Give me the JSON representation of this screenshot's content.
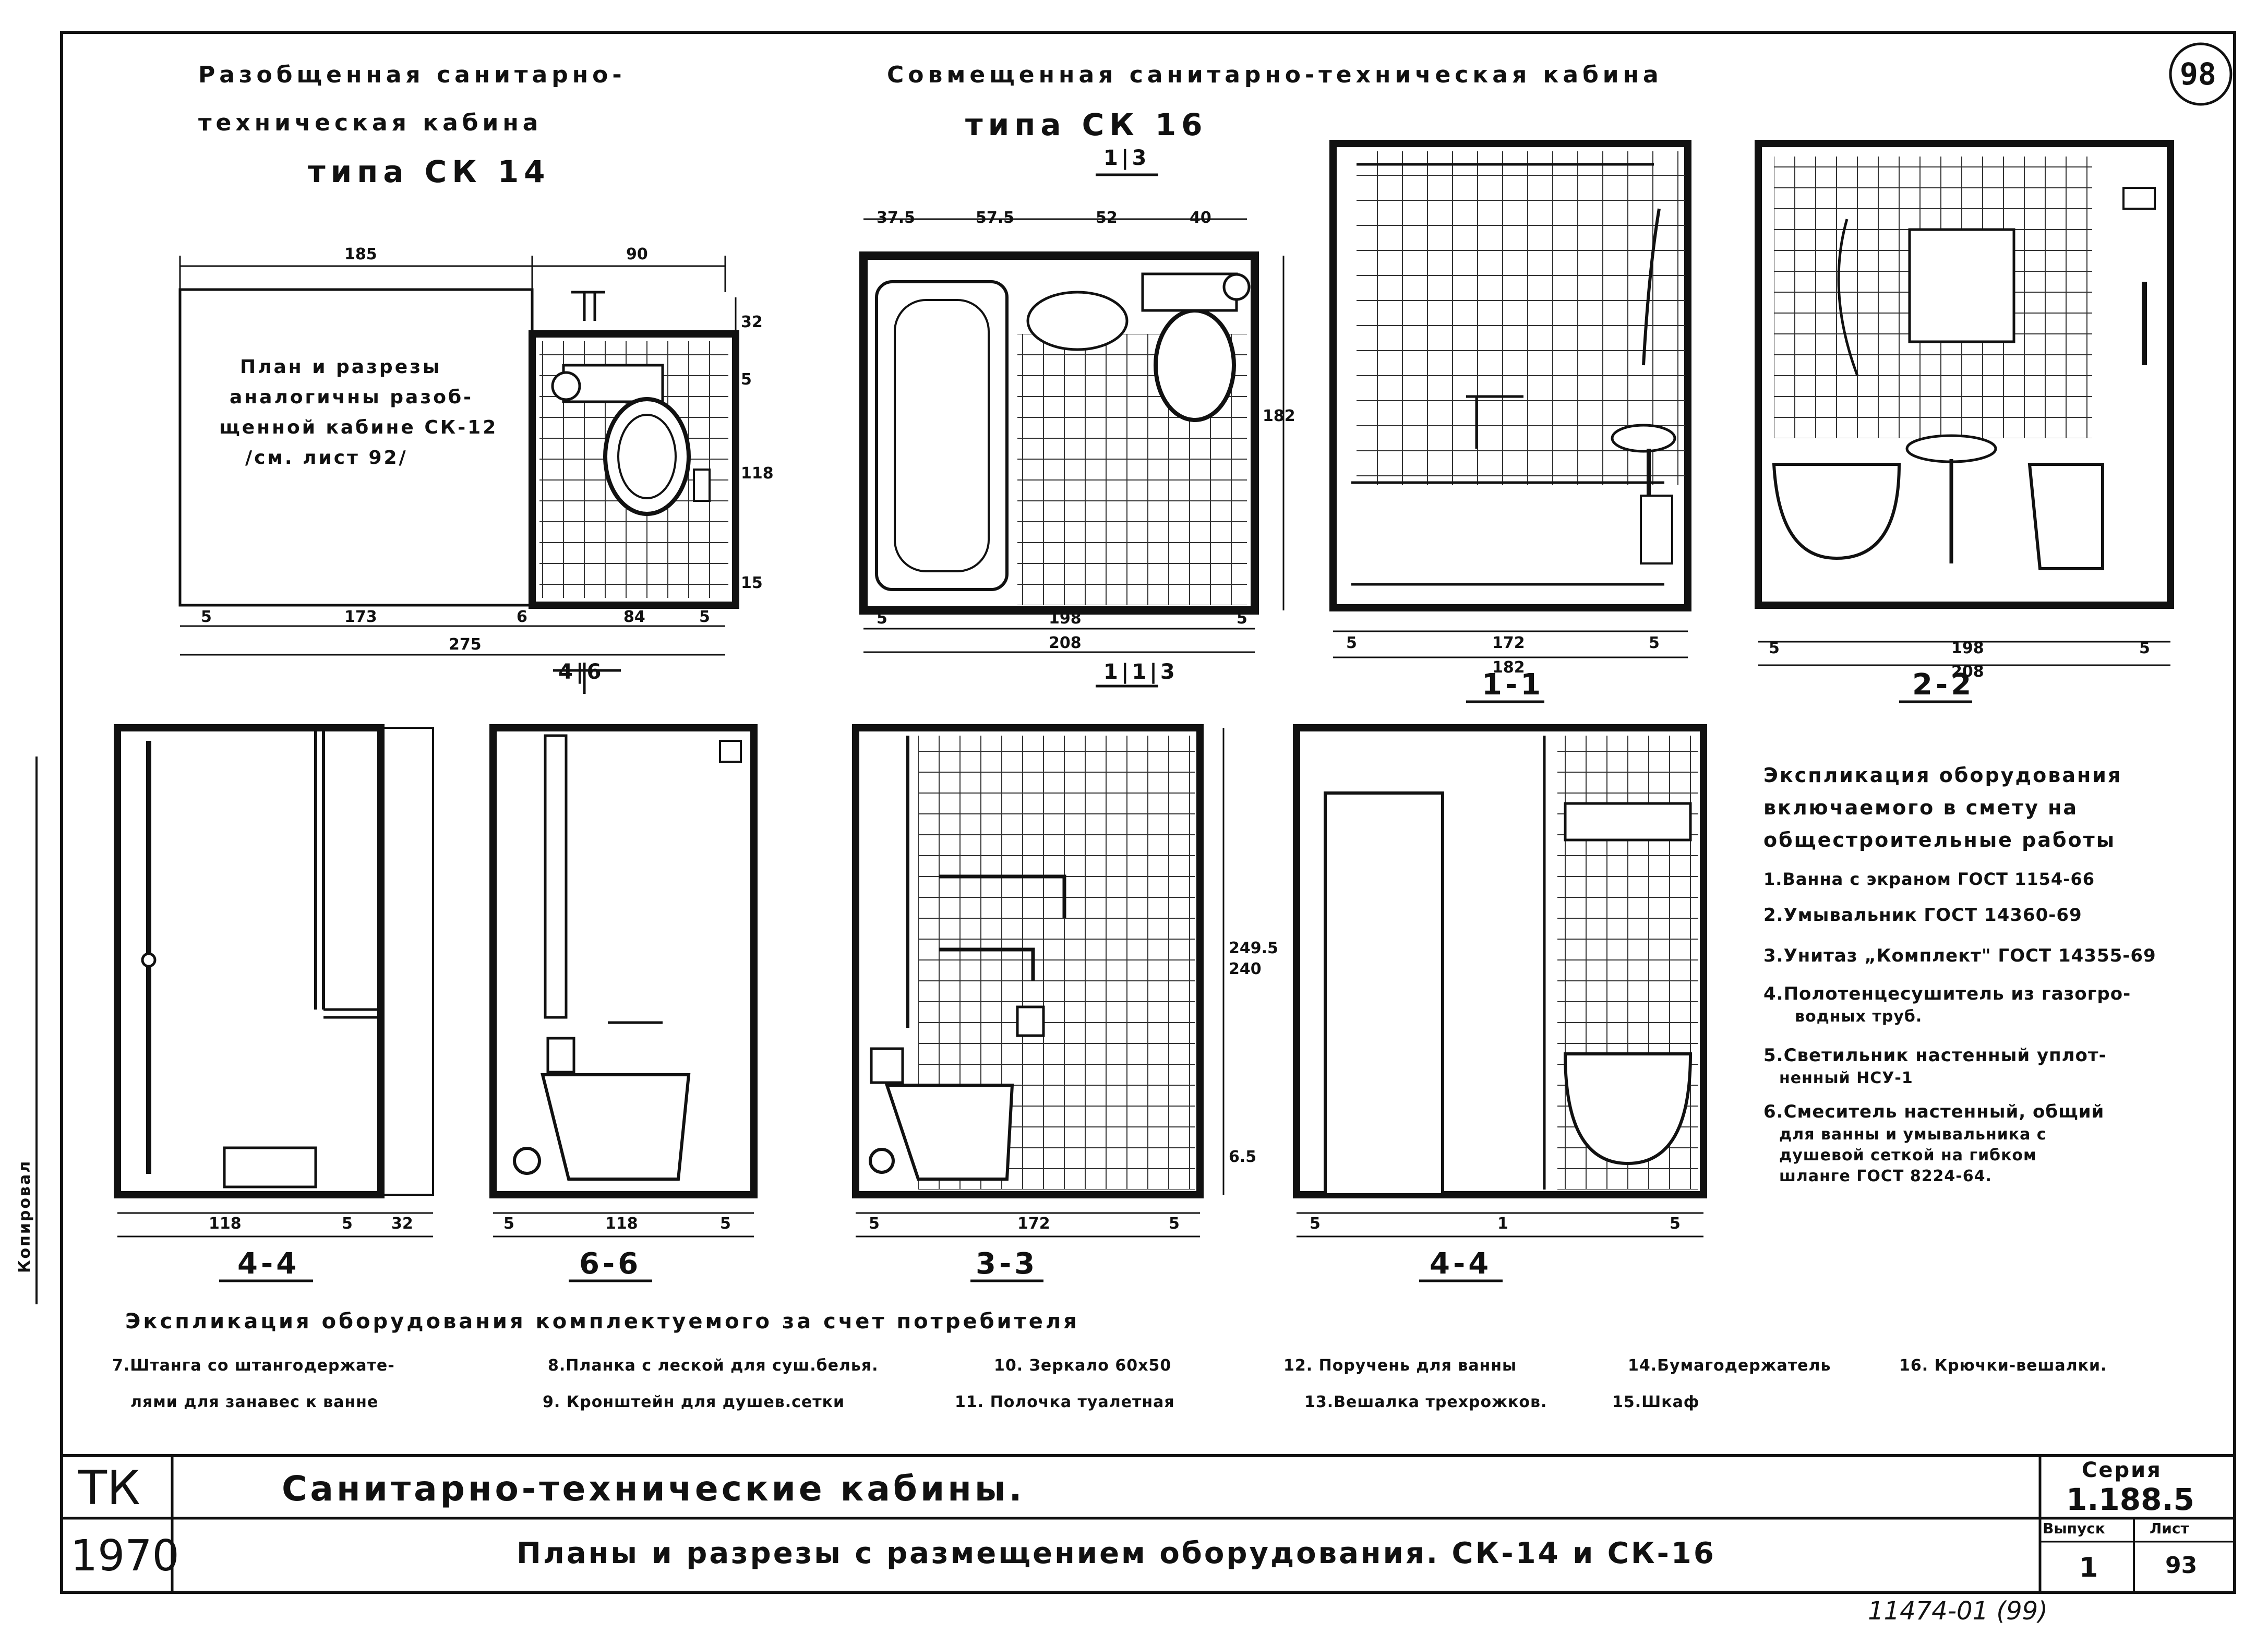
{
  "sheet_number": "98",
  "titles": {
    "ck14_line1": "Разобщенная санитарно-",
    "ck14_line2": "техническая кабина",
    "ck14_line3": "типа СК 14",
    "ck16_line1": "Совмещенная   санитарно-техническая   кабина",
    "ck16_line2": "типа СК 16"
  },
  "note_ck14": [
    "План и разрезы",
    "аналогичны разоб-",
    "щенной кабине СК-12",
    "/см. лист 92/"
  ],
  "section_labels": {
    "plan14": "4|6",
    "plan16_top": "1|3",
    "plan16_bottom": "1|1|3",
    "s1_1": "1-1",
    "s2_2": "2-2",
    "s4_4a": "4-4",
    "s6_6": "6-6",
    "s3_3": "3-3",
    "s4_4b": "4-4"
  },
  "dims": {
    "plan14": {
      "top_a": "185",
      "top_b": "90",
      "bottom_a": "5",
      "bottom_b": "173",
      "bottom_c": "6",
      "bottom_d": "84",
      "bottom_e": "5",
      "total": "275",
      "side_a": "32",
      "side_b": "5",
      "side_c": "118",
      "side_d": "15"
    },
    "plan16": {
      "top_a": "37.5",
      "top_b": "57.5",
      "top_c": "52",
      "top_d": "40",
      "bottom_a": "5",
      "bottom_b": "198",
      "bottom_c": "5",
      "total": "208",
      "side": "182"
    },
    "s1_1": {
      "a": "5",
      "b": "172",
      "c": "5",
      "total": "182"
    },
    "s2_2": {
      "a": "5",
      "b": "198",
      "c": "5",
      "total": "208"
    },
    "s4_4a": {
      "a": "118",
      "b": "5",
      "c": "32"
    },
    "s6_6": {
      "a": "5",
      "b": "118",
      "c": "5"
    },
    "s3_3": {
      "a": "5",
      "b": "172",
      "c": "5",
      "h1": "249.5",
      "h2": "240",
      "h3": "6.5"
    },
    "s4_4b": {
      "a": "5",
      "b": "1",
      "c": "5"
    }
  },
  "explication_included": {
    "title": [
      "Экспликация  оборудования",
      "включаемого в смету  на",
      "общестроительные  работы"
    ],
    "items": [
      "1.Ванна с экраном  ГОСТ 1154-66",
      "2.Умывальник  ГОСТ 14360-69",
      "3.Унитаз „Комплект\"  ГОСТ 14355-69",
      "4.Полотенцесушитель из газогро-",
      "водных труб.",
      "5.Светильник настенный уплот-",
      "ненный НСУ-1",
      "6.Смеситель настенный, общий",
      "для ванны и умывальника с",
      "душевой сеткой на гибком",
      "шланге  ГОСТ 8224-64."
    ]
  },
  "explication_consumer": {
    "title": "Экспликация   оборудования   комплектуемого   за счет   потребителя",
    "row1": [
      "7.Штанга со штангодержате-",
      "8.Планка с леской для суш.белья.",
      "10. Зеркало 60х50",
      "12. Поручень для ванны",
      "14.Бумагодержатель",
      "16. Крючки-вешалки."
    ],
    "row2": [
      "лями для занавес к ванне",
      "9. Кронштейн для душев.сетки",
      "11. Полочка туалетная",
      "13.Вешалка трехрожков.",
      "15.Шкаф"
    ]
  },
  "title_block": {
    "code": "ТК",
    "year": "1970",
    "name": "Санитарно-технические   кабины.",
    "subtitle": "Планы  и  разрезы  с размещением  оборудования.  СК-14 и СК-16",
    "series_label": "Серия",
    "series_value": "1.188.5",
    "issue_label": "Выпуск",
    "issue_value": "1",
    "sheet_label": "Лист",
    "sheet_value": "93"
  },
  "margin_stamp": "Копировал",
  "archive_number": "11474-01 (99)"
}
